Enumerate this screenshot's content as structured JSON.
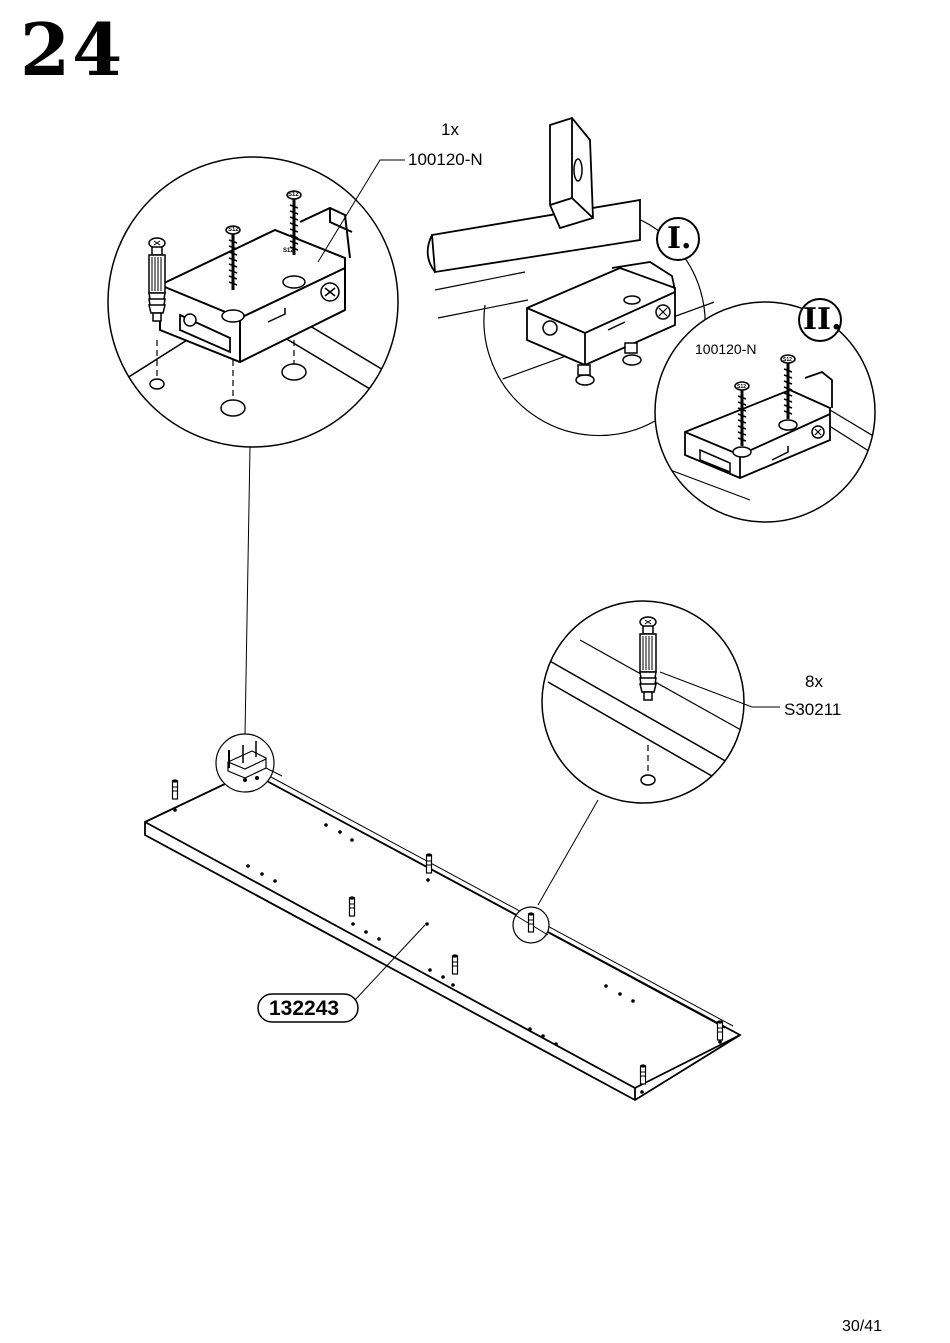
{
  "step_number": "24",
  "detail_top": {
    "qty": "1x",
    "part": "100120-N"
  },
  "sub_steps": {
    "first": "I.",
    "second": "II."
  },
  "detail_right": {
    "part": "100120-N"
  },
  "detail_dowel": {
    "qty": "8x",
    "part": "S30211"
  },
  "screw_marks": {
    "main_left": "S12",
    "main_right": "S12",
    "sub_left": "S12",
    "sub_right": "S12",
    "dowel": "S12"
  },
  "panel_part": "132243",
  "page_number": "30/41"
}
